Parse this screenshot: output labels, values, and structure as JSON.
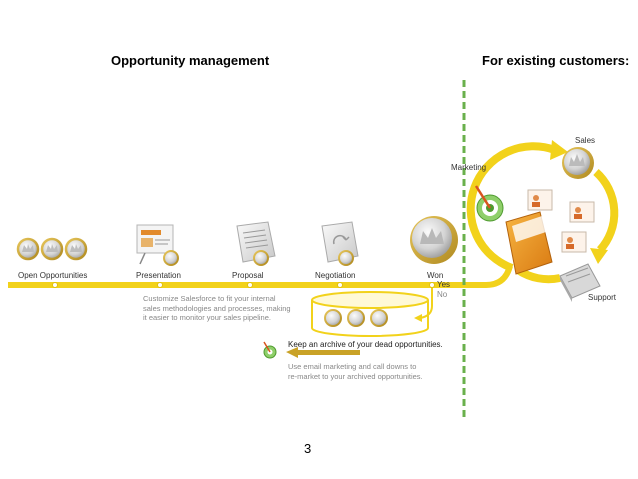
{
  "headings": {
    "left": "Opportunity management",
    "right": "For existing customers:"
  },
  "stages": [
    {
      "label": "Open Opportunities"
    },
    {
      "label": "Presentation"
    },
    {
      "label": "Proposal"
    },
    {
      "label": "Negotiation"
    },
    {
      "label": "Won"
    }
  ],
  "outcomes": {
    "yes": "Yes",
    "no": "No"
  },
  "notes": {
    "customize": [
      "Customize Salesforce to fit your internal",
      "sales methodologies and processes, making",
      "it easier to monitor your sales pipeline."
    ],
    "archive_title": "Keep an archive of your dead opportunities.",
    "email": [
      "Use email marketing and call downs to",
      "re-market to your archived opportunities."
    ]
  },
  "cycle": {
    "sales": "Sales",
    "marketing": "Marketing",
    "support": "Support"
  },
  "page_number": "3",
  "colors": {
    "timeline": "#f2d21b",
    "divider": "#6ab04c",
    "arrow": "#c9a227"
  },
  "icons": [
    "coin-icon",
    "presentation-board-icon",
    "proposal-document-icon",
    "negotiation-document-icon",
    "won-coin-icon",
    "target-icon",
    "folder-icon",
    "contact-card-icon",
    "support-box-icon"
  ]
}
